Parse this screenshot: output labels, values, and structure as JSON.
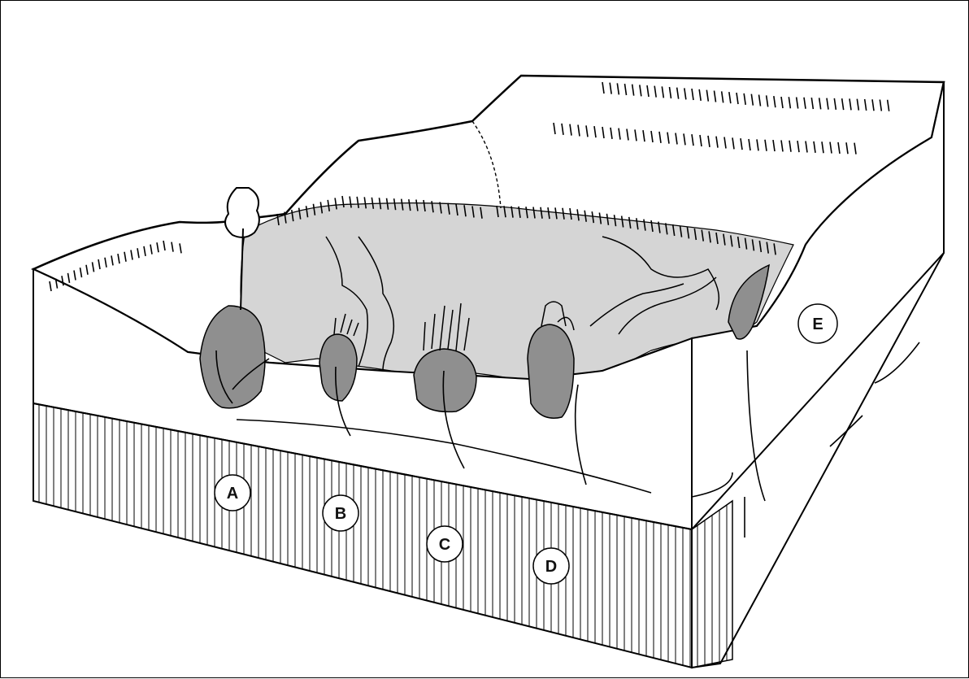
{
  "figure": {
    "labels": [
      {
        "id": "A",
        "text": "A"
      },
      {
        "id": "B",
        "text": "B"
      },
      {
        "id": "C",
        "text": "C"
      },
      {
        "id": "D",
        "text": "D"
      },
      {
        "id": "E",
        "text": "E"
      }
    ],
    "colors": {
      "lake_fill": "#d5d5d5",
      "mound_fill": "#8f8f8f",
      "stroke": "#000000",
      "background": "#ffffff"
    }
  }
}
